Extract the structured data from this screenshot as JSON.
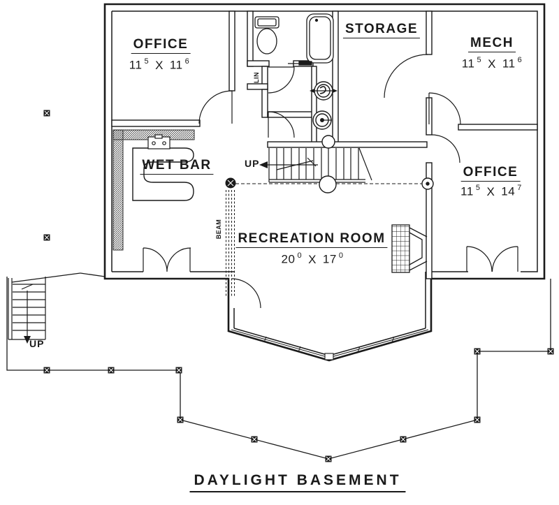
{
  "title": "DAYLIGHT BASEMENT",
  "rooms": {
    "office_top_left": {
      "name": "OFFICE",
      "dim": {
        "a": "11",
        "a_sup": "5",
        "sep": "X",
        "b": "11",
        "b_sup": "6"
      }
    },
    "storage": {
      "name": "STORAGE"
    },
    "mech": {
      "name": "MECH",
      "dim": {
        "a": "11",
        "a_sup": "5",
        "sep": "X",
        "b": "11",
        "b_sup": "6"
      }
    },
    "office_right": {
      "name": "OFFICE",
      "dim": {
        "a": "11",
        "a_sup": "5",
        "sep": "X",
        "b": "14",
        "b_sup": "7"
      }
    },
    "wet_bar": {
      "name": "WET BAR"
    },
    "recreation": {
      "name": "RECREATION ROOM",
      "dim": {
        "a": "20",
        "a_sup": "0",
        "sep": "X",
        "b": "17",
        "b_sup": "0"
      }
    }
  },
  "labels": {
    "stair_up": "UP",
    "deck_stair_up": "UP",
    "linen_closet": "LIN",
    "beam": "BEAM"
  },
  "colors": {
    "ink": "#1a1a1a",
    "paper": "#ffffff"
  }
}
